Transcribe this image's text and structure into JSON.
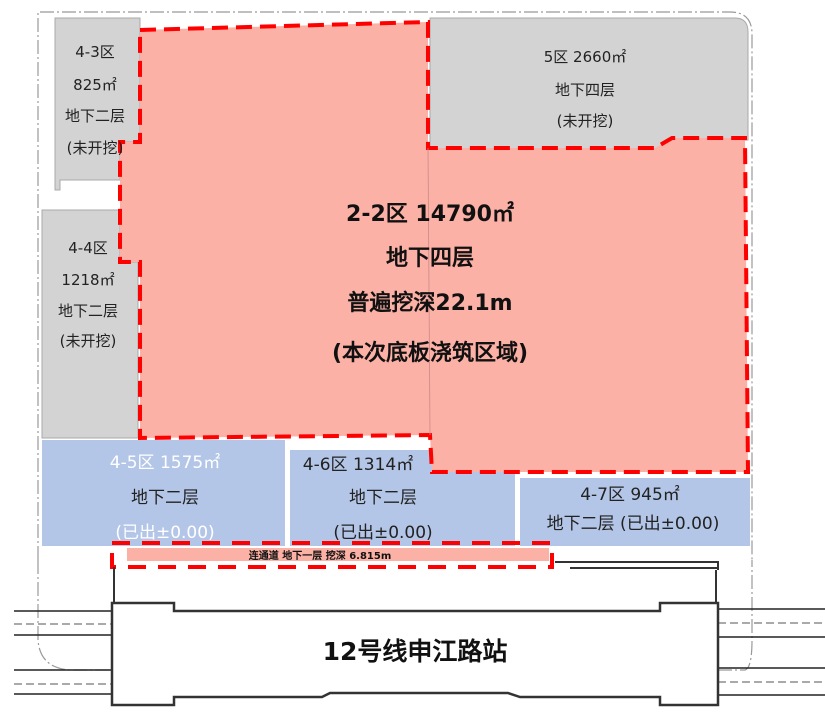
{
  "colors": {
    "excavated_zone": "#fcb1a6",
    "unexcavated_zone": "#d4d3d4",
    "completed_zone": "#b4c6e7",
    "boundary_dash": "#ff0000"
  },
  "zones": {
    "z4_3": {
      "lines": [
        "4-3区",
        "825㎡",
        "地下二层",
        "(未开挖)"
      ]
    },
    "z4_4": {
      "lines": [
        "4-4区",
        "1218㎡",
        "地下二层",
        "(未开挖)"
      ]
    },
    "z5": {
      "lines": [
        "5区  2660㎡",
        "地下四层",
        "(未开挖)"
      ]
    },
    "z2_2": {
      "lines": [
        "2-2区  14790㎡",
        "地下四层",
        "普遍挖深22.1m",
        "(本次底板浇筑区域)"
      ]
    },
    "z4_5": {
      "lines": [
        "4-5区 1575㎡",
        "地下二层",
        "(已出±0.00)"
      ]
    },
    "z4_6": {
      "lines": [
        "4-6区 1314㎡",
        "地下二层",
        "(已出±0.00)"
      ]
    },
    "z4_7": {
      "lines": [
        "4-7区 945㎡",
        "地下二层  (已出±0.00)"
      ]
    }
  },
  "connector": {
    "label": "连通道 地下一层 挖深 6.815m"
  },
  "station": {
    "label": "12号线申江路站"
  }
}
